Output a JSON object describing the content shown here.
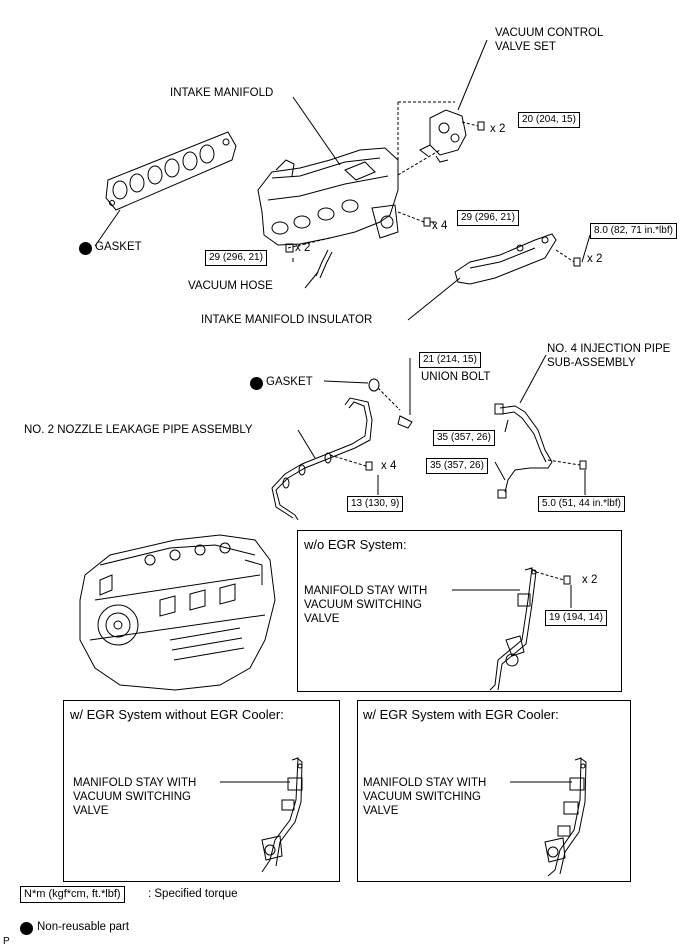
{
  "labels": {
    "vacuum_control_valve_set": "VACUUM CONTROL\nVALVE SET",
    "intake_manifold": "INTAKE MANIFOLD",
    "gasket_top": "GASKET",
    "vacuum_hose": "VACUUM HOSE",
    "intake_manifold_insulator": "INTAKE MANIFOLD INSULATOR",
    "gasket_mid": "GASKET",
    "union_bolt": "UNION BOLT",
    "no4_injection_pipe": "NO. 4 INJECTION PIPE\nSUB-ASSEMBLY",
    "no2_nozzle_leakage_pipe": "NO. 2 NOZZLE LEAKAGE PIPE ASSEMBLY"
  },
  "torques": {
    "t_20": "20 (204, 15)",
    "t_29_right": "29 (296, 21)",
    "t_8": "8.0 (82, 71 in.*lbf)",
    "t_29_left": "29 (296, 21)",
    "t_21": "21 (214, 15)",
    "t_35_a": "35 (357, 26)",
    "t_35_b": "35 (357, 26)",
    "t_13": "13 (130, 9)",
    "t_5": "5.0 (51, 44 in.*lbf)",
    "t_19": "19 (194, 14)"
  },
  "quantities": {
    "q_x2_vcv": "x 2",
    "q_x4_manifold": "x 4",
    "q_x2_insulator": "x 2",
    "q_x2_left": "x 2",
    "q_x4_leak": "x 4",
    "q_x2_stay": "x 2"
  },
  "panels": {
    "wo_egr": {
      "title": "w/o EGR System:",
      "label": "MANIFOLD STAY WITH\nVACUUM SWITCHING\nVALVE"
    },
    "egr_no_cooler": {
      "title": "w/ EGR System without EGR Cooler:",
      "label": "MANIFOLD STAY WITH\nVACUUM SWITCHING\nVALVE"
    },
    "egr_cooler": {
      "title": "w/ EGR System with EGR Cooler:",
      "label": "MANIFOLD STAY WITH\nVACUUM SWITCHING\nVALVE"
    }
  },
  "legend": {
    "torque_unit": "N*m (kgf*cm, ft.*lbf)",
    "torque_desc": ": Specified torque",
    "nonreusable": "Non-reusable part"
  },
  "corner_mark": "P"
}
